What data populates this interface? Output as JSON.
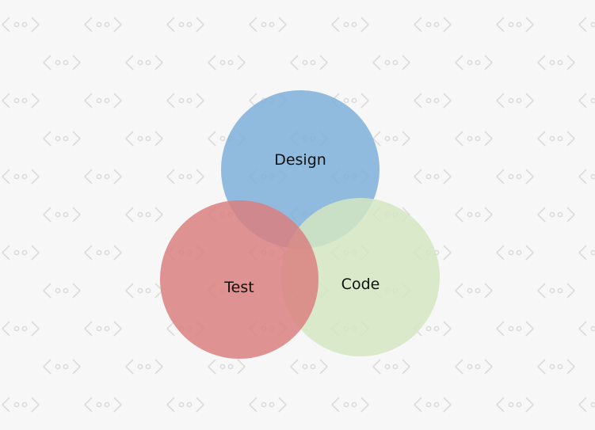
{
  "diagram": {
    "circles": [
      {
        "label": "Design",
        "color": "#7fb0d9"
      },
      {
        "label": "Test",
        "color": "#d98080"
      },
      {
        "label": "Code",
        "color": "#d4e6c2"
      }
    ],
    "background": "#f7f7f7",
    "pattern_icon": "code-brackets-icon",
    "pattern_color": "#d9d9d9"
  }
}
